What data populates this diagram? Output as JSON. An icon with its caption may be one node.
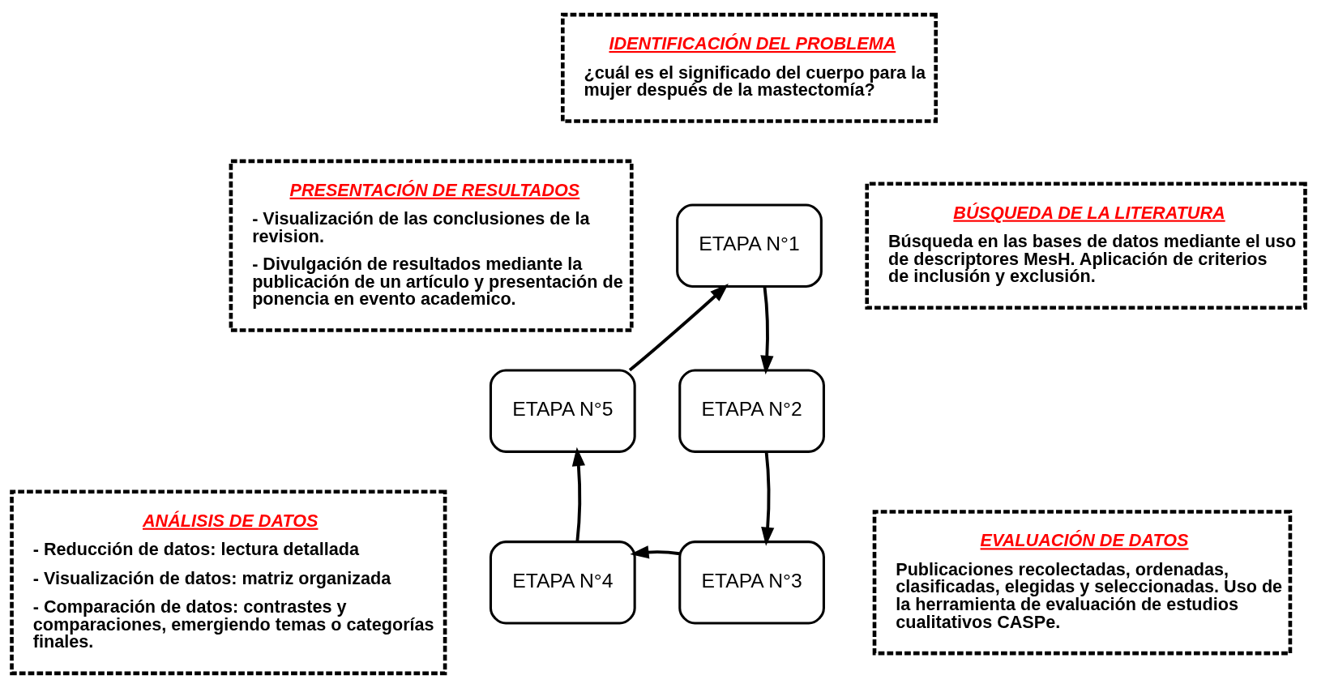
{
  "diagram": {
    "nodes": [
      {
        "text": [
          "IDENTIFICACIÓN DEL PROBLEMA",
          "¿cuál es el significado del cuerpo para la mujer después de la mastectomía?"
        ]
      },
      {
        "text": [
          "PRESENTACIÓN DE RESULTADOS",
          "- Visualización de las conclusiones de la revision.",
          "- Divulgación de resultados mediante la publicación de un artículo y presentación de ponencia en evento academico."
        ]
      },
      {
        "text": [
          "ETAPA N°1"
        ]
      },
      {
        "text": [
          "BÚSQUEDA DE LA LITERATURA",
          "Búsqueda en las bases de datos mediante el uso de descriptores MesH. Aplicación de criterios de inclusión y exclusión."
        ]
      },
      {
        "text": [
          "ETAPA N°5"
        ]
      },
      {
        "text": [
          "ETAPA N°2"
        ]
      },
      {
        "text": [
          "ANÁLISIS DE DATOS",
          "- Reducción de datos: lectura detallada",
          "- Visualización de datos: matriz organizada",
          "- Comparación de datos: contrastes y comparaciones, emergiendo temas o categorías finales."
        ]
      },
      {
        "text": [
          "ETAPA N°4"
        ]
      },
      {
        "text": [
          "ETAPA N°3"
        ]
      },
      {
        "text": [
          "EVALUACIÓN DE DATOS",
          "Publicaciones recolectadas, ordenadas, clasificadas, elegidas y seleccionadas. Uso de la herramienta de evaluación de estudios cualitativos CASPe."
        ]
      }
    ],
    "edges": [
      {
        "from": 2,
        "to": 5,
        "arrow": "to"
      },
      {
        "from": 5,
        "to": 8,
        "arrow": "to"
      },
      {
        "from": 8,
        "to": 7,
        "arrow": "to"
      },
      {
        "from": 7,
        "to": 4,
        "arrow": "to"
      },
      {
        "from": 4,
        "to": 2,
        "arrow": "to"
      }
    ]
  }
}
